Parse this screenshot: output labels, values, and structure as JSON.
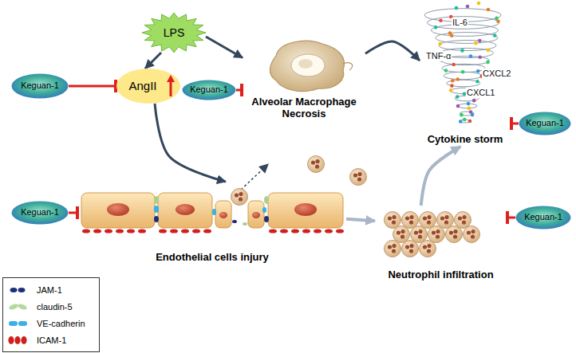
{
  "diagram": {
    "nodes": [
      {
        "text": [
          "LPS"
        ]
      },
      {
        "text": [
          "Keguan-1"
        ]
      },
      {
        "text": [
          "AngII"
        ]
      },
      {
        "text": [
          "Alveolar Macrophage Necrosis"
        ]
      },
      {
        "text": [
          "Keguan-1"
        ]
      },
      {
        "text": [
          "Cytokine storm"
        ]
      },
      {
        "text": [
          "Keguan-1"
        ]
      },
      {
        "text": [
          "Keguan-1"
        ]
      },
      {
        "text": [
          "Endothelial cells injury"
        ]
      },
      {
        "text": [
          "Neutrophil infiltration"
        ]
      },
      {
        "text": [
          "Keguan-1"
        ]
      }
    ],
    "edges": [
      {
        "from": 0,
        "to": 2,
        "arrow": "to"
      },
      {
        "from": 0,
        "to": 3,
        "arrow": "to"
      },
      {
        "from": 3,
        "to": 5,
        "arrow": "to"
      },
      {
        "from": 2,
        "to": 8,
        "arrow": "to"
      },
      {
        "from": 8,
        "to": 9,
        "arrow": "to"
      },
      {
        "from": 9,
        "to": 5,
        "arrow": "to"
      },
      {
        "from": 1,
        "to": 2,
        "arrow": "to"
      },
      {
        "from": 4,
        "to": 3,
        "arrow": "to"
      },
      {
        "from": 6,
        "to": 5,
        "arrow": "to"
      },
      {
        "from": 7,
        "to": 8,
        "arrow": "to"
      },
      {
        "from": 10,
        "to": 9,
        "arrow": "to"
      }
    ],
    "labels": [
      "IL-6",
      "TNF-α",
      "CXCL2",
      "CXCL1"
    ],
    "legend": [
      {
        "text": "JAM-1"
      },
      {
        "text": "claudin-5"
      },
      {
        "text": "VE-cadherin"
      },
      {
        "text": "ICAM-1"
      }
    ]
  }
}
